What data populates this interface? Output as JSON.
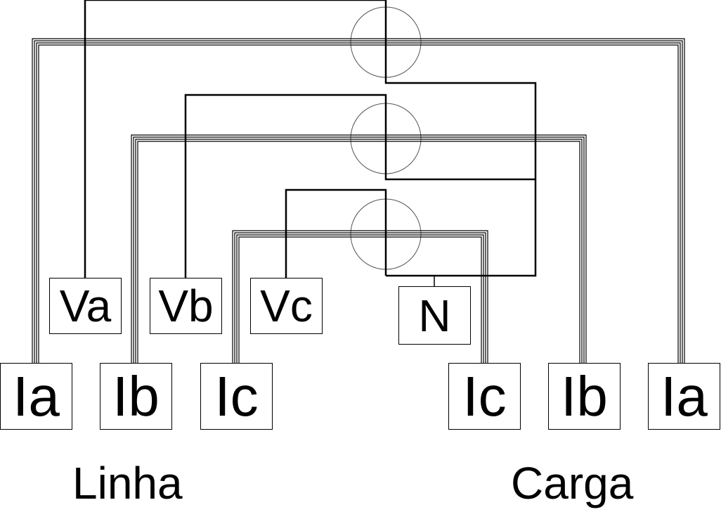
{
  "voltage_terminals": [
    "Va",
    "Vb",
    "Vc"
  ],
  "neutral_terminal": "N",
  "line_current_terminals": [
    "Ia",
    "Ib",
    "Ic"
  ],
  "load_current_terminals": [
    "Ic",
    "Ib",
    "Ia"
  ],
  "line_side_label": "Linha",
  "load_side_label": "Carga"
}
